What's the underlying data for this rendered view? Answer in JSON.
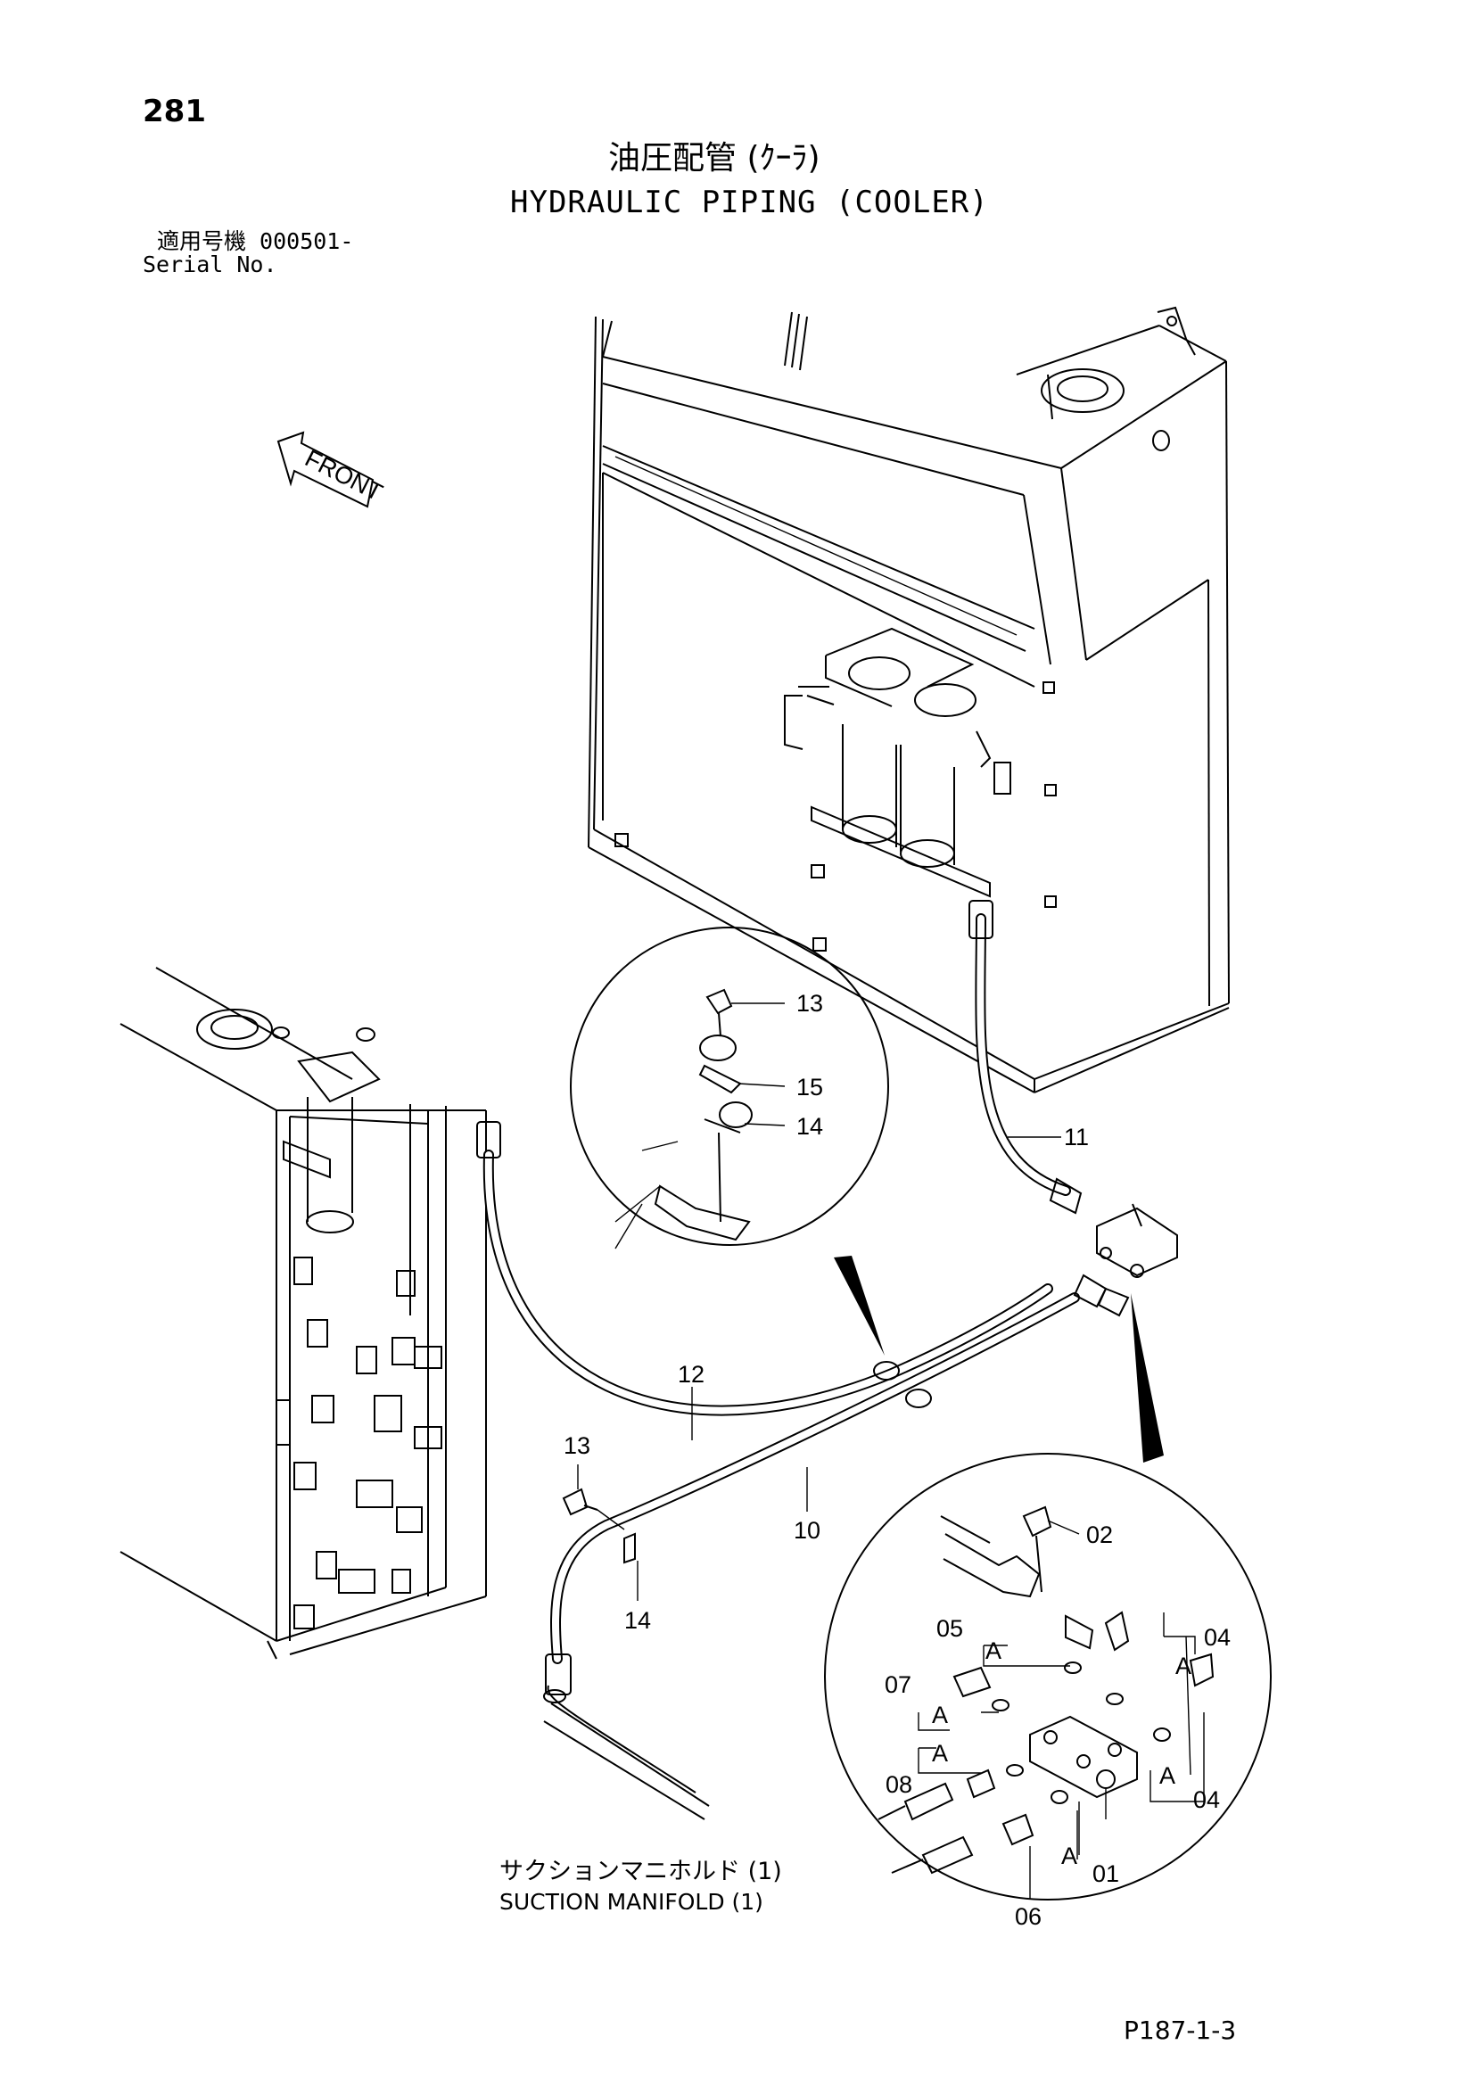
{
  "header": {
    "page_number": "281",
    "title_jp": "油圧配管 (ｸｰﾗ)",
    "title_en": "HYDRAULIC PIPING (COOLER)",
    "serial_label_jp": "適用号機  000501-",
    "serial_label_en": "Serial No."
  },
  "front_marker": {
    "label": "FRONT"
  },
  "callouts": {
    "main": {
      "c11": "11",
      "c12": "12",
      "c10": "10",
      "c13": "13",
      "c14": "14"
    },
    "detail_clamp": {
      "c13": "13",
      "c15": "15",
      "c14": "14"
    },
    "detail_fittings": {
      "c02": "02",
      "c05": "05",
      "c04a": "04",
      "c07": "07",
      "c08": "08",
      "c04b": "04",
      "c06": "06",
      "c01": "01",
      "a1": "A",
      "a2": "A",
      "a3": "A",
      "a4": "A",
      "a5": "A",
      "a6": "A"
    }
  },
  "suction_manifold": {
    "label_jp": "サクションマニホルド (1)",
    "label_en": "SUCTION MANIFOLD (1)"
  },
  "footer": {
    "page_code": "P187-1-3"
  }
}
